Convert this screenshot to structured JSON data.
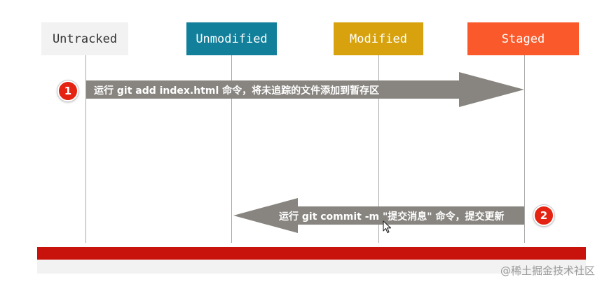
{
  "states": [
    {
      "id": "untracked",
      "label": "Untracked",
      "bg": "#f2f2f2",
      "fg": "#333333"
    },
    {
      "id": "unmodified",
      "label": "Unmodified",
      "bg": "#127f9b",
      "fg": "#ffffff"
    },
    {
      "id": "modified",
      "label": "Modified",
      "bg": "#d7a20e",
      "fg": "#ffffff"
    },
    {
      "id": "staged",
      "label": "Staged",
      "bg": "#fa5a2b",
      "fg": "#ffffff"
    }
  ],
  "steps": [
    {
      "number": "1",
      "text": "运行 git add index.html 命令，将未追踪的文件添加到暂存区",
      "from": "untracked",
      "to": "staged"
    },
    {
      "number": "2",
      "text": "运行 git commit -m \"提交消息\" 命令，提交更新",
      "from": "staged",
      "to": "unmodified"
    }
  ],
  "colors": {
    "arrow": "#888580",
    "badge": "#e52313",
    "footer_bar": "#c8130d"
  },
  "watermark": "@稀土掘金技术社区",
  "icons": {
    "cursor": "mouse-pointer-icon"
  }
}
